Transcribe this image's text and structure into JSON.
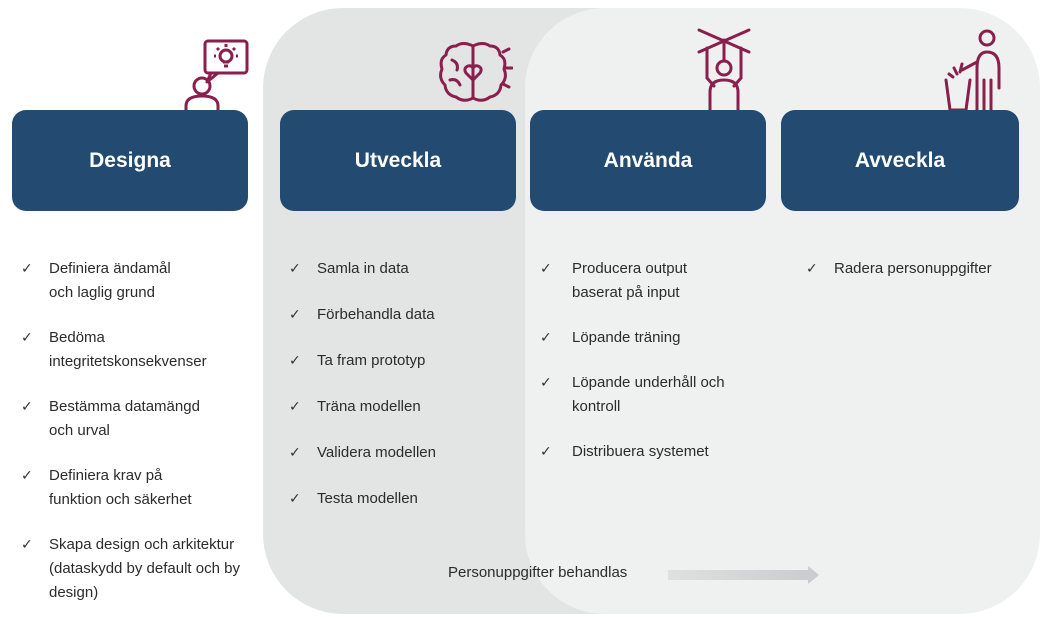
{
  "phases": [
    {
      "title": "Designa",
      "icon": "person-idea-icon",
      "items": [
        "Definiera ändamål och laglig grund",
        "Bedöma integritetskonsekvenser",
        "Bestämma datamängd och urval",
        "Definiera krav på funktion och säkerhet",
        "Skapa design och arkitektur (dataskydd by default och by design)"
      ]
    },
    {
      "title": "Utveckla",
      "icon": "brain-heart-icon",
      "items": [
        "Samla in data",
        "Förbehandla data",
        "Ta fram prototyp",
        "Träna modellen",
        "Validera modellen",
        "Testa modellen"
      ]
    },
    {
      "title": "Använda",
      "icon": "puppet-icon",
      "items": [
        "Producera output baserat på input",
        "Löpande träning",
        "Löpande underhåll och kontroll",
        "Distribuera systemet"
      ]
    },
    {
      "title": "Avveckla",
      "icon": "trash-person-icon",
      "items": [
        "Radera personuppgifter"
      ]
    }
  ],
  "flow_label": "Personuppgifter behandlas",
  "colors": {
    "box": "#234a70",
    "icon": "#8a1f4e",
    "band_dark": "#e3e5e5",
    "band_light": "#eff1f1"
  }
}
